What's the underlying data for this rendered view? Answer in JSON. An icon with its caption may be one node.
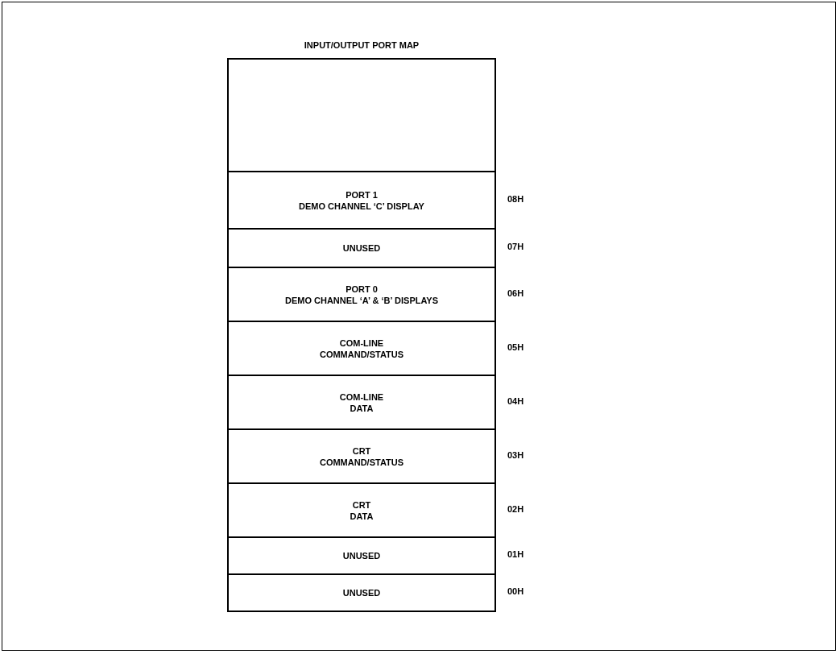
{
  "diagram": {
    "title": "INPUT/OUTPUT PORT MAP",
    "nodes": [
      {
        "text": [],
        "shape": "box"
      },
      {
        "text": [
          "PORT 1",
          "DEMO CHANNEL ‘C’ DISPLAY"
        ],
        "beside": [
          "08H"
        ]
      },
      {
        "text": [
          "UNUSED"
        ],
        "beside": [
          "07H"
        ]
      },
      {
        "text": [
          "PORT 0",
          "DEMO CHANNEL ‘A’ & ‘B’ DISPLAYS"
        ],
        "beside": [
          "06H"
        ]
      },
      {
        "text": [
          "COM-LINE",
          "COMMAND/STATUS"
        ],
        "beside": [
          "05H"
        ]
      },
      {
        "text": [
          "COM-LINE",
          "DATA"
        ],
        "beside": [
          "04H"
        ]
      },
      {
        "text": [
          "CRT",
          "COMMAND/STATUS"
        ],
        "beside": [
          "03H"
        ]
      },
      {
        "text": [
          "CRT",
          "DATA"
        ],
        "beside": [
          "02H"
        ]
      },
      {
        "text": [
          "UNUSED"
        ],
        "beside": [
          "01H"
        ]
      },
      {
        "text": [
          "UNUSED"
        ],
        "beside": [
          "00H"
        ]
      }
    ],
    "edges": []
  }
}
